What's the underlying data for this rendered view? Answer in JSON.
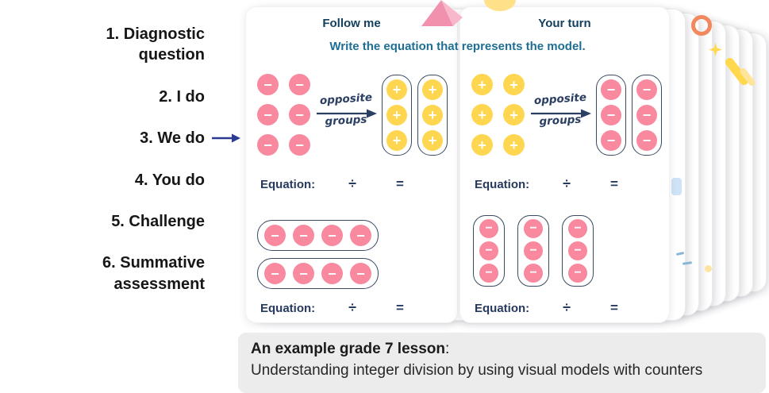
{
  "sidebar": {
    "items": [
      {
        "label": "1. Diagnostic question",
        "active": false
      },
      {
        "label": "2. I do",
        "active": false
      },
      {
        "label": "3. We do",
        "active": true
      },
      {
        "label": "4. You do",
        "active": false
      },
      {
        "label": "5. Challenge",
        "active": false
      },
      {
        "label": "6. Summative assessment",
        "active": false
      }
    ]
  },
  "worksheet": {
    "instruction": "Write the equation that represents the model.",
    "panels": [
      {
        "header": "Follow me",
        "annotation": {
          "line1": "opposite",
          "line2": "groups"
        },
        "equation_label": "Equation:",
        "division_sign": "÷",
        "equals_sign": "=",
        "model1": {
          "loose": {
            "rows": 3,
            "cols": 2,
            "symbol": "−",
            "color": "pink"
          },
          "groups": {
            "count": 2,
            "size": 3,
            "symbol": "+",
            "color": "yellow",
            "direction": "column"
          }
        },
        "model2": {
          "groups": {
            "count": 2,
            "size": 4,
            "symbol": "−",
            "color": "pink",
            "direction": "row"
          }
        }
      },
      {
        "header": "Your turn",
        "annotation": {
          "line1": "opposite",
          "line2": "groups"
        },
        "equation_label": "Equation:",
        "division_sign": "÷",
        "equals_sign": "=",
        "model1": {
          "loose": {
            "rows": 3,
            "cols": 2,
            "symbol": "+",
            "color": "yellow"
          },
          "groups": {
            "count": 2,
            "size": 3,
            "symbol": "−",
            "color": "pink",
            "direction": "column"
          }
        },
        "model2": {
          "groups": {
            "count": 3,
            "size": 3,
            "symbol": "−",
            "color": "pink",
            "direction": "column"
          }
        }
      }
    ]
  },
  "caption": {
    "bold": "An example grade 7 lesson",
    "colon": ":",
    "text": "Understanding integer division by using visual models with counters"
  },
  "colors": {
    "pink": "#F9899F",
    "yellow": "#FFD650",
    "navy": "#26395E",
    "teal": "#1E6E93",
    "header": "#14405F",
    "hand": "#2B3F63",
    "boxborder": "#3A4A61",
    "arrow": "#2B3A92"
  }
}
